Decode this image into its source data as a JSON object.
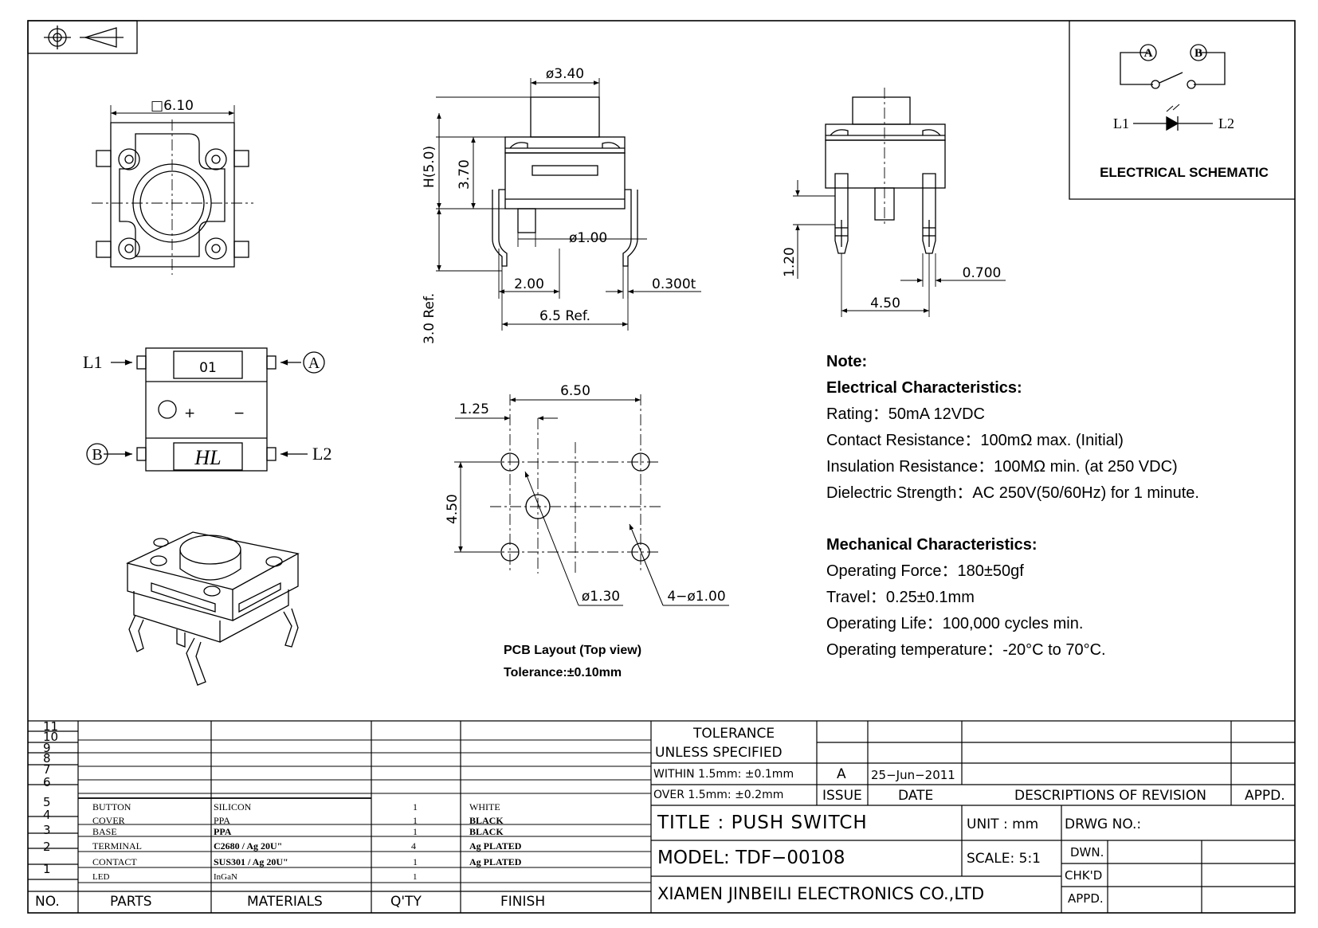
{
  "views": {
    "top_square": "□6.10",
    "dia_340": "ø3.40",
    "h_50": "H(5.0)",
    "d_370": "3.70",
    "dia_100": "ø1.00",
    "d_200": "2.00",
    "d_0300t": "0.300t",
    "d_30ref": "3.0 Ref.",
    "d_65ref": "6.5 Ref.",
    "d_120": "1.20",
    "d_0700": "0.700",
    "d_450": "4.50"
  },
  "bottom_view": {
    "code": "01",
    "logo": "HL",
    "plus": "+",
    "minus": "−",
    "L1": "L1",
    "L2": "L2",
    "A": "A",
    "B": "B"
  },
  "pcb": {
    "d_650": "6.50",
    "d_125": "1.25",
    "d_450": "4.50",
    "dia_130": "ø1.30",
    "dia_4x100": "4−ø1.00",
    "caption": "PCB Layout (Top view)",
    "tolerance": "Tolerance:±0.10mm"
  },
  "schematic": {
    "A": "A",
    "B": "B",
    "L1": "L1",
    "L2": "L2",
    "title": "ELECTRICAL SCHEMATIC"
  },
  "notes": {
    "heading": "Note:",
    "electrical_heading": "Electrical Characteristics:",
    "rating": "Rating：50mA 12VDC",
    "contact": "Contact Resistance：100mΩ max. (Initial)",
    "insulation": "Insulation Resistance：100MΩ min. (at 250 VDC)",
    "dielectric": "Dielectric Strength：AC 250V(50/60Hz)  for 1 minute.",
    "mechanical_heading": "Mechanical Characteristics:",
    "force": "Operating Force：180±50gf",
    "travel": "Travel：0.25±0.1mm",
    "life": "Operating Life：100,000 cycles min.",
    "temperature": "Operating temperature：-20°C to 70°C."
  },
  "bom": {
    "headers": [
      "NO.",
      "PARTS",
      "MATERIALS",
      "Q'TY",
      "FINISH"
    ],
    "rows": [
      {
        "no": "11",
        "part": "",
        "material": "",
        "qty": "",
        "finish": ""
      },
      {
        "no": "10",
        "part": "",
        "material": "",
        "qty": "",
        "finish": ""
      },
      {
        "no": "9",
        "part": "",
        "material": "",
        "qty": "",
        "finish": ""
      },
      {
        "no": "8",
        "part": "",
        "material": "",
        "qty": "",
        "finish": ""
      },
      {
        "no": "7",
        "part": "",
        "material": "",
        "qty": "",
        "finish": ""
      },
      {
        "no": "6",
        "part": "BUTTON",
        "material": "SILICON",
        "qty": "1",
        "finish": "WHITE"
      },
      {
        "no": "5",
        "part": "COVER",
        "material": "PPA",
        "qty": "1",
        "finish": "BLACK"
      },
      {
        "no": "4",
        "part": "BASE",
        "material": "PPA",
        "qty": "1",
        "finish": "BLACK"
      },
      {
        "no": "3",
        "part": "TERMINAL",
        "material": "C2680 / Ag 20U\"",
        "qty": "4",
        "finish": "Ag PLATED"
      },
      {
        "no": "2",
        "part": "CONTACT",
        "material": "SUS301 / Ag 20U\"",
        "qty": "1",
        "finish": "Ag PLATED"
      },
      {
        "no": "1",
        "part": "LED",
        "material": "InGaN",
        "qty": "1",
        "finish": ""
      }
    ]
  },
  "title_block": {
    "tolerance_1": "TOLERANCE",
    "tolerance_2": "UNLESS  SPECIFIED",
    "within": "WITHIN  1.5mm: ±0.1mm",
    "over": "OVER   1.5mm: ±0.2mm",
    "rev_issue": "A",
    "rev_date": "25−Jun−2011",
    "issue_label": "ISSUE",
    "date_label": "DATE",
    "desc_label": "DESCRIPTIONS OF REVISION",
    "appd_label": "APPD.",
    "title": "TITLE : PUSH SWITCH",
    "unit": "UNIT : mm",
    "drwg": "DRWG NO.:",
    "model": "MODEL: TDF−00108",
    "scale": "SCALE: 5:1",
    "dwn": "DWN.",
    "chkd": "CHK'D",
    "appd": "APPD.",
    "company": "XIAMEN  JINBEILI  ELECTRONICS  CO.,LTD"
  }
}
